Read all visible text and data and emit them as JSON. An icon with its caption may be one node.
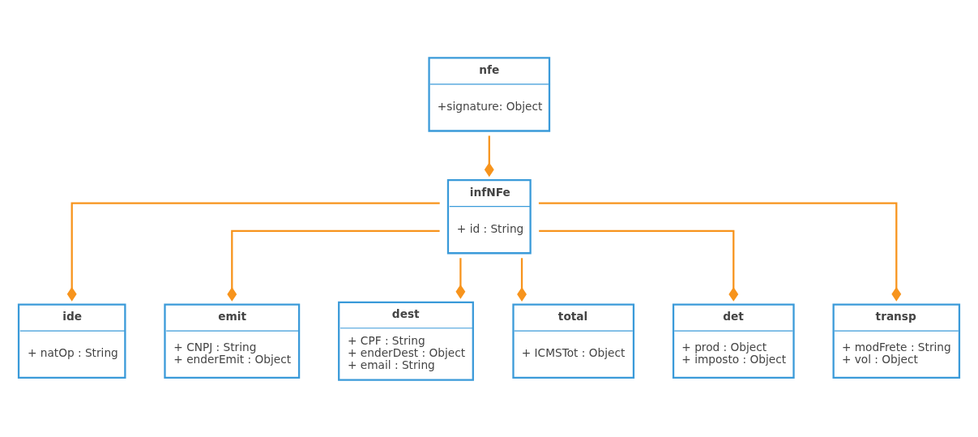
{
  "diagram": {
    "nodes": [
      {
        "text": [
          "nfe",
          "+signature: Object"
        ]
      },
      {
        "text": [
          "infNFe",
          "+ id : String"
        ]
      },
      {
        "text": [
          "ide",
          "+ natOp : String"
        ]
      },
      {
        "text": [
          "emit",
          "+ CNPJ : String",
          "+ enderEmit : Object"
        ]
      },
      {
        "text": [
          "dest",
          "+ CPF : String",
          "+ enderDest : Object",
          "+ email : String"
        ]
      },
      {
        "text": [
          "total",
          "+ ICMSTot : Object"
        ]
      },
      {
        "text": [
          "det",
          "+ prod : Object",
          "+ imposto : Object"
        ]
      },
      {
        "text": [
          "transp",
          "+ modFrete : String",
          "+ vol : Object"
        ]
      }
    ],
    "edges": [
      {
        "from": 0,
        "to": 1,
        "arrow": "other"
      },
      {
        "from": 1,
        "to": 2,
        "arrow": "other"
      },
      {
        "from": 1,
        "to": 3,
        "arrow": "other"
      },
      {
        "from": 1,
        "to": 4,
        "arrow": "other"
      },
      {
        "from": 1,
        "to": 5,
        "arrow": "other"
      },
      {
        "from": 1,
        "to": 6,
        "arrow": "other"
      },
      {
        "from": 1,
        "to": 7,
        "arrow": "other"
      }
    ]
  }
}
